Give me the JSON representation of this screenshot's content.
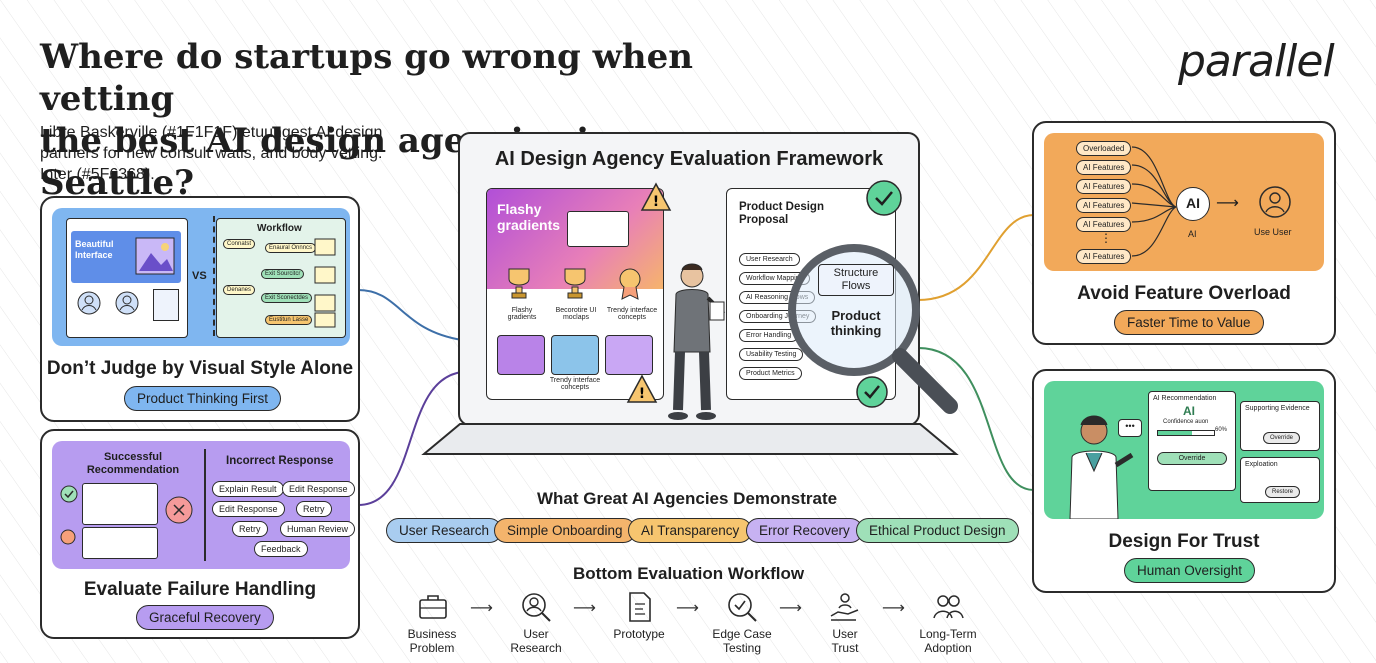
{
  "header": {
    "title_line1": "Where do startups go wrong when vetting",
    "title_line2": "the best AI design agencies in Seattle?",
    "subtitle_line1": "Libre Baskerville (#1F1F1F) etuungest AI design",
    "subtitle_line2": "partners for new consult watis, and body vetting.",
    "subtitle_line3": "Inter (#5F6368).",
    "logo": "parallel"
  },
  "left_top": {
    "title": "Don’t Judge by Visual Style Alone",
    "badge": "Product Thinking First",
    "mock_label": "Beautiful Interface",
    "vs": "VS",
    "workflow_title": "Workflow",
    "workflow_nodes": [
      "Connatst",
      "Enaural Onnncs",
      "Exit Sourcitcr",
      "Denanes",
      "Exit Sconectdes",
      "Eustitun Lasse"
    ]
  },
  "left_bottom": {
    "title": "Evaluate Failure Handling",
    "badge": "Graceful Recovery",
    "success_title": "Successful Recommendation",
    "incorrect_title": "Incorrect Response",
    "options": [
      "Explain Result",
      "Edit Response",
      "Edit Response",
      "Retry",
      "Retry",
      "Human Review",
      "Feedback"
    ]
  },
  "center": {
    "title": "AI Design Agency Evaluation Framework",
    "flashy_title": "Flashy gradients",
    "trophies": [
      "Flashy gradients",
      "Becorotire UI moclaps",
      "Trendy interface concepts"
    ],
    "bottom_caption": "Trendy interface cohcepts",
    "proposal_title": "Product Design Proposal",
    "proposal_items": [
      "User Research",
      "Workflow Mapping",
      "AI Reasoning Flows",
      "Onboarding Journey",
      "Error Handling",
      "Usability Testing",
      "Product Metrics"
    ],
    "lens_items": [
      "Structure Flows",
      "Product thinking"
    ]
  },
  "demonstrate": {
    "title": "What Great AI Agencies Demonstrate",
    "pills": [
      {
        "label": "User Research",
        "color": "#A9CDF0"
      },
      {
        "label": "Simple Onboarding",
        "color": "#F4B46C"
      },
      {
        "label": "AI Transparency",
        "color": "#F6C56F"
      },
      {
        "label": "Error Recovery",
        "color": "#C7B2F2"
      },
      {
        "label": "Ethical Product Design",
        "color": "#9FE0B8"
      }
    ]
  },
  "workflow": {
    "title": "Bottom Evaluation Workflow",
    "steps": [
      {
        "line1": "Business",
        "line2": "Problem",
        "icon": "briefcase-icon"
      },
      {
        "line1": "User",
        "line2": "Research",
        "icon": "user-search-icon"
      },
      {
        "line1": "Prototype",
        "line2": "",
        "icon": "document-icon"
      },
      {
        "line1": "Edge Case",
        "line2": "Testing",
        "icon": "magnifier-check-icon"
      },
      {
        "line1": "User",
        "line2": "Trust",
        "icon": "hand-user-icon"
      },
      {
        "line1": "Long-Term",
        "line2": "Adoption",
        "icon": "people-icon"
      }
    ]
  },
  "right_top": {
    "title": "Avoid Feature Overload",
    "badge": "Faster Time to Value",
    "features": [
      "Overloaded",
      "AI Features",
      "AI Features",
      "AI Features",
      "AI Features",
      "AI Features"
    ],
    "ai_label": "AI",
    "ai_sub": "AI",
    "user_label": "Use User"
  },
  "right_bottom": {
    "title": "Design For Trust",
    "badge": "Human Oversight",
    "rec_title": "AI Recommendation",
    "rec_ai": "AI",
    "rec_conf": "Confidence auon",
    "rec_pct": "60%",
    "override_btn": "Override",
    "evidence_title": "Supporting Evidence",
    "evidence_btn": "Override",
    "explanation": "Exploation",
    "restore": "Restore"
  },
  "colors": {
    "blue_panel": "#7FB6F0",
    "purple_panel": "#B79CF0",
    "orange_panel": "#F2A95A",
    "green_panel": "#5FD39A",
    "orange_line": "#E0A030",
    "blue_line": "#3D6FA8",
    "green_line": "#3F8F5E"
  }
}
